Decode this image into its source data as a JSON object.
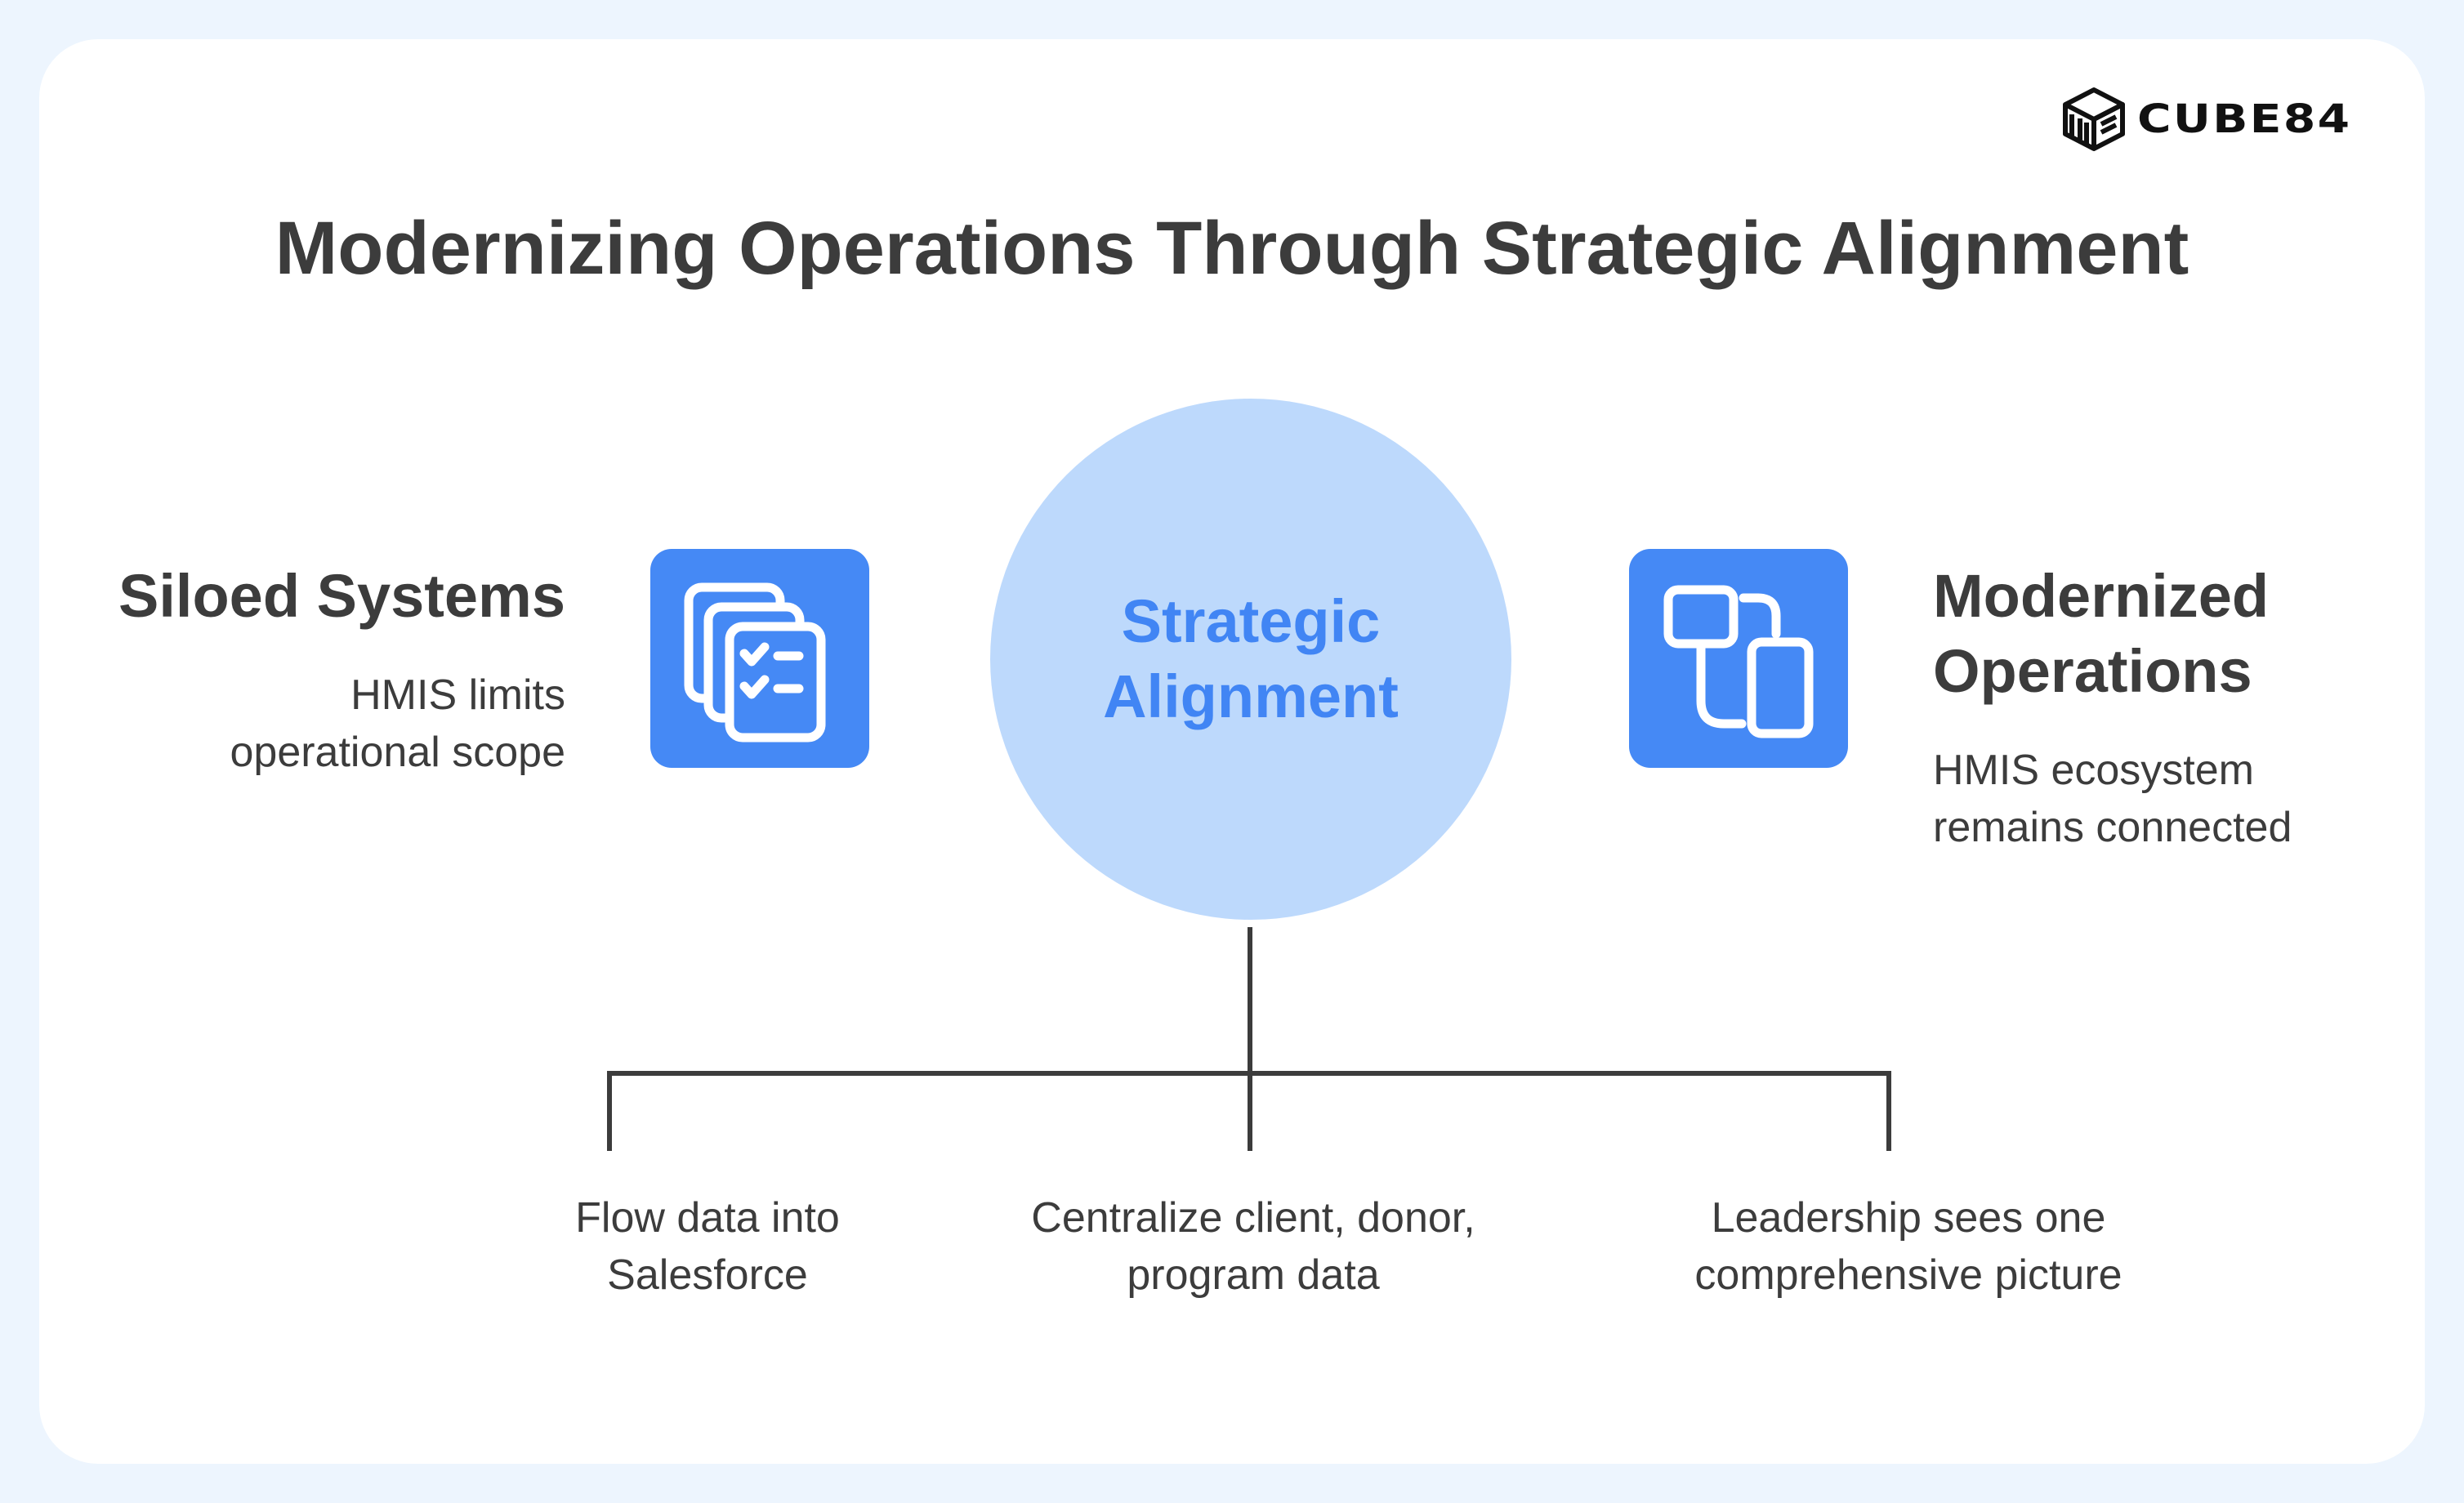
{
  "brand": {
    "name": "CUBE84",
    "icon": "cube-logo-icon"
  },
  "title": "Modernizing Operations Through Strategic Alignment",
  "left": {
    "title": "Siloed Systems",
    "description_lines": [
      "HMIS limits",
      "operational scope"
    ],
    "icon": "stacked-checklist-icon"
  },
  "center": {
    "label_lines": [
      "Strategic",
      "Alignment"
    ]
  },
  "right": {
    "title_lines": [
      "Modernized",
      "Operations"
    ],
    "description_lines": [
      "HMIS ecosystem",
      "remains connected"
    ],
    "icon": "devices-sync-icon"
  },
  "branches": [
    {
      "lines": [
        "Flow data into",
        "Salesforce"
      ]
    },
    {
      "lines": [
        "Centralize client, donor,",
        "program data"
      ]
    },
    {
      "lines": [
        "Leadership sees one",
        "comprehensive picture"
      ]
    }
  ],
  "colors": {
    "page_background": "#edf5fe",
    "card_background": "#ffffff",
    "text": "#3c3c3c",
    "accent_blue": "#4589f5",
    "circle_fill": "#bdd9fc",
    "circle_text": "#4185f4",
    "connector_line": "#3c3c3c"
  }
}
